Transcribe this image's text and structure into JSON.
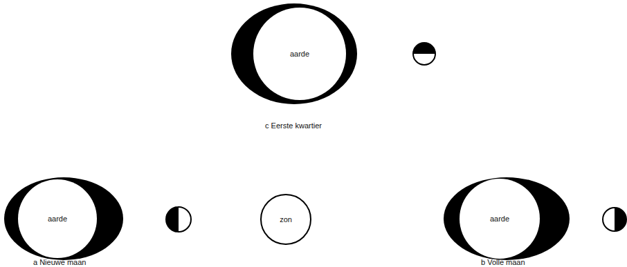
{
  "diagram": {
    "nodes": [
      {
        "text": [
          "aarde"
        ]
      },
      {
        "text": [
          "aarde"
        ]
      },
      {
        "text": [
          "zon"
        ]
      },
      {
        "text": [
          "aarde"
        ]
      }
    ],
    "labels": [
      "c Eerste kwartier",
      "a Nieuwe maan",
      "b Volle maan"
    ]
  }
}
